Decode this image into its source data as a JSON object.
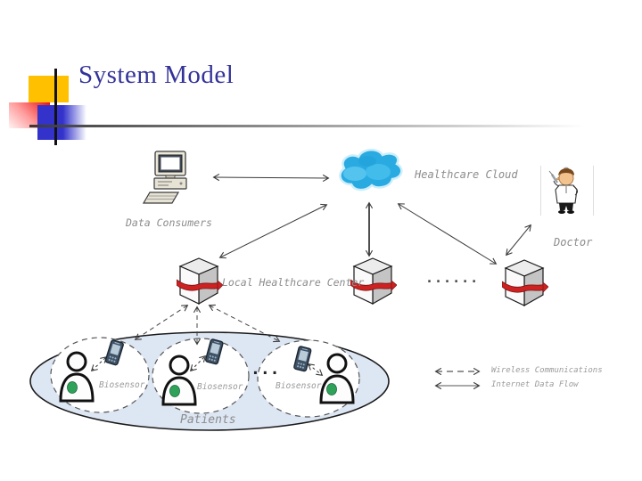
{
  "slide": {
    "title": "System Model"
  },
  "diagram": {
    "labels": {
      "data_consumers": "Data Consumers",
      "healthcare_cloud": "Healthcare Cloud",
      "doctor": "Doctor",
      "local_healthcare_center": "Local Healthcare Center",
      "patients": "Patients",
      "biosensor": "Biosensor",
      "server_ellipsis": "......",
      "patient_ellipsis": "..."
    },
    "legend": {
      "wireless": "Wireless Communications",
      "internet": "Internet Data Flow"
    },
    "colors": {
      "title_blue": "#333399",
      "label_gray": "#8c8c8c",
      "cloud_blue": "#29abe2",
      "patients_ellipse_fill": "#dde6f3",
      "biosensor_green": "#2fa25a",
      "server_ribbon_red": "#cc2222",
      "decor_yellow": "#ffc000",
      "decor_blue": "#3333cc",
      "decor_red": "#ee1111"
    }
  }
}
